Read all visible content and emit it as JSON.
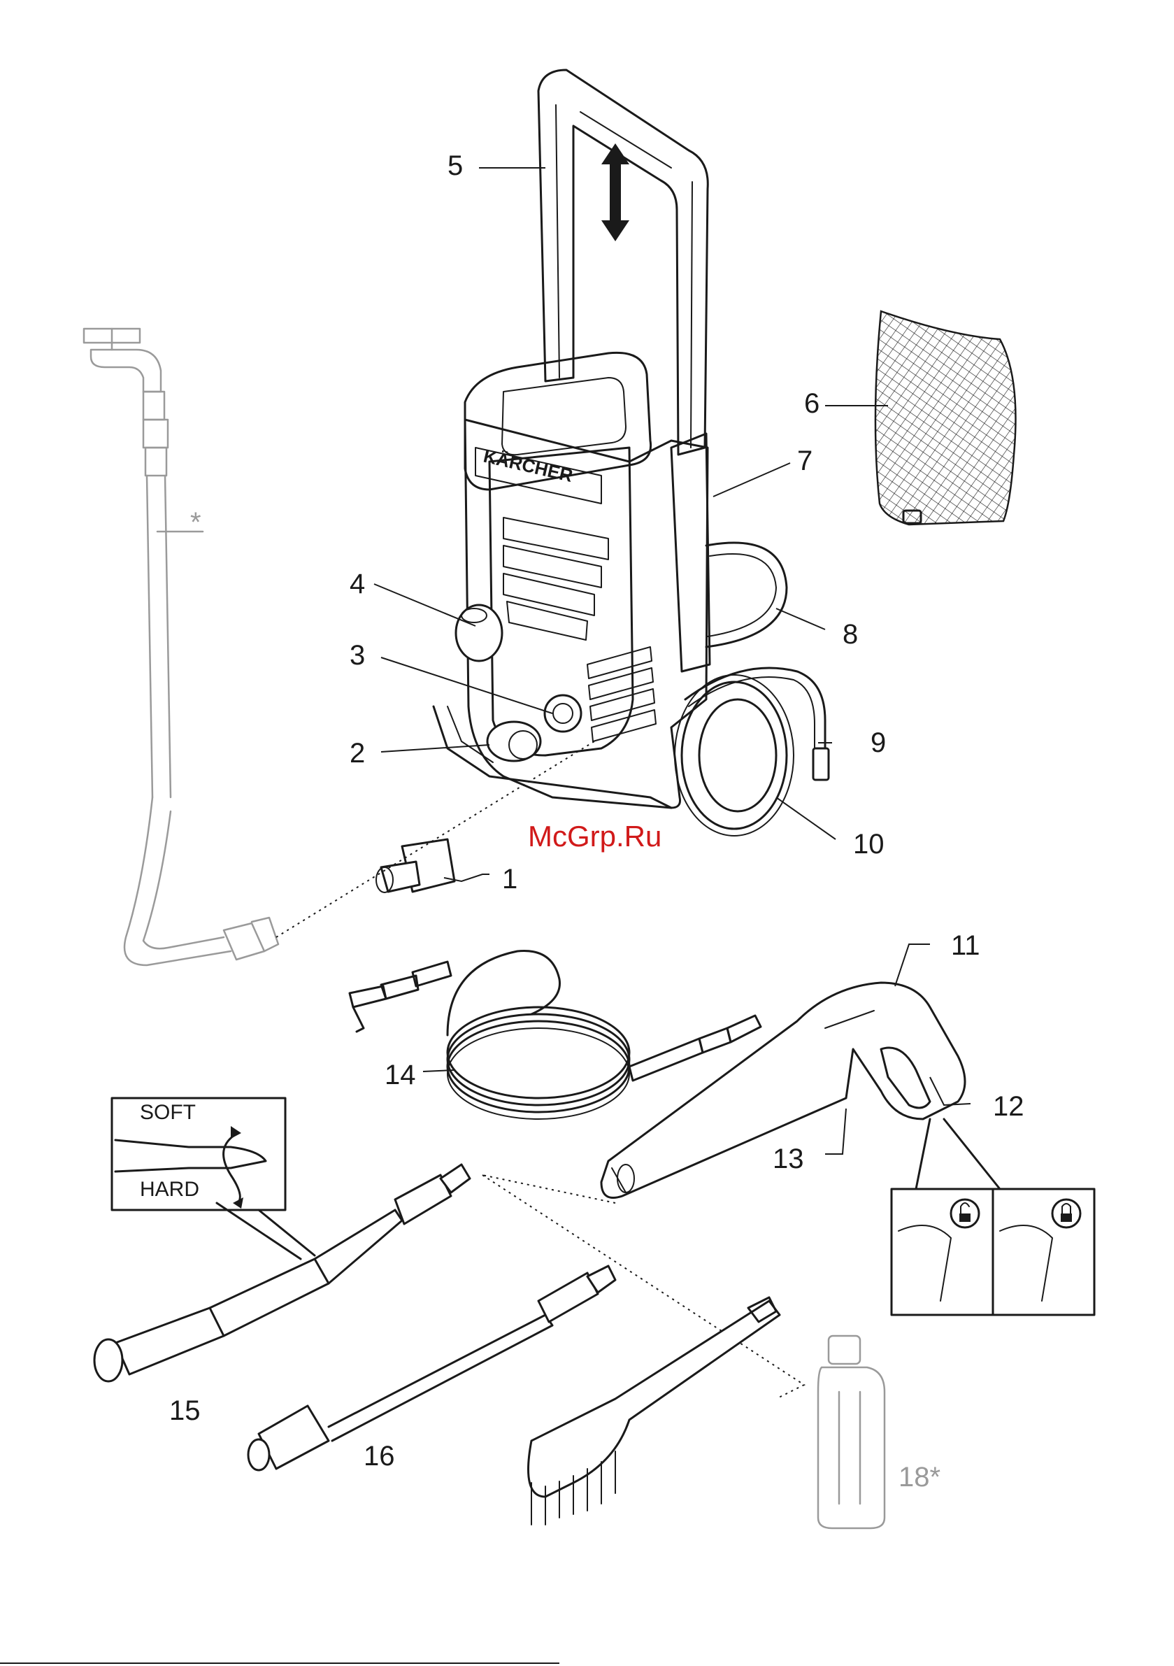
{
  "labels": {
    "1": "1",
    "2": "2",
    "3": "3",
    "4": "4",
    "5": "5",
    "6": "6",
    "7": "7",
    "8": "8",
    "9": "9",
    "10": "10",
    "11": "11",
    "12": "12",
    "13": "13",
    "14": "14",
    "15": "15",
    "16": "16",
    "18": "18*"
  },
  "optional_marker": "*",
  "inset": {
    "soft": "SOFT",
    "hard": "HARD"
  },
  "brand": "KÄRCHER",
  "watermark": "McGrp.Ru",
  "colors": {
    "line": "#1a1a1a",
    "optional": "#9a9a9a",
    "watermark": "#d11a1a"
  }
}
